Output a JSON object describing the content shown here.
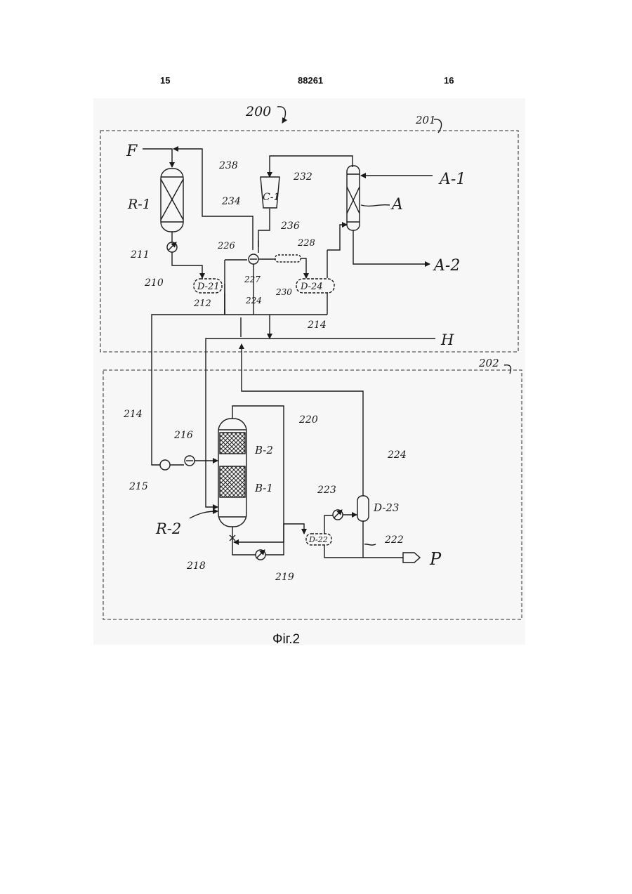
{
  "header": {
    "page_left": "15",
    "patent_number": "88261",
    "page_right": "16"
  },
  "caption": "Фіг.2",
  "labels": {
    "system": "200",
    "box_top": "201",
    "box_bottom": "202",
    "feed": "F",
    "hydrogen": "H",
    "product": "P",
    "reactor_1": "R-1",
    "reactor_2": "R-2",
    "absorber": "A",
    "absorber_in": "A-1",
    "absorber_out": "A-2",
    "compressor": "C-1",
    "drum_21": "D-21",
    "drum_22": "D-22",
    "drum_23": "D-23",
    "drum_24": "D-24",
    "bed_1": "B-1",
    "bed_2": "B-2",
    "n210": "210",
    "n211": "211",
    "n212": "212",
    "n214a": "214",
    "n214b": "214",
    "n215": "215",
    "n216": "216",
    "n218": "218",
    "n219": "219",
    "n220": "220",
    "n222": "222",
    "n223": "223",
    "n224a": "224",
    "n224b": "224",
    "n226": "226",
    "n227": "227",
    "n228": "228",
    "n230": "230",
    "n232": "232",
    "n234": "234",
    "n236": "236",
    "n238": "238"
  }
}
